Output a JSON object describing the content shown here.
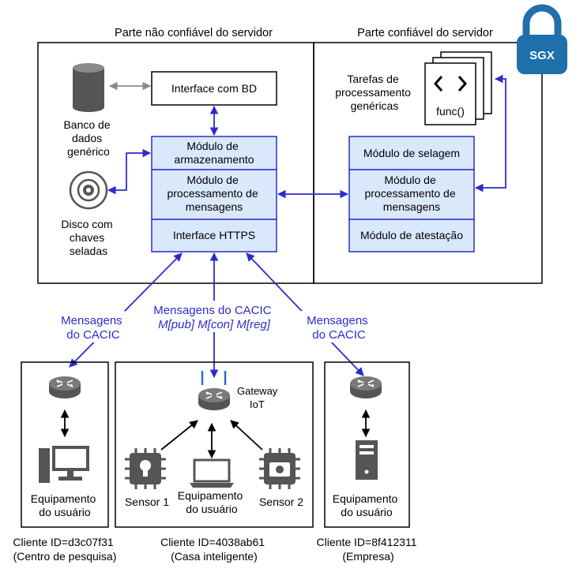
{
  "sections": {
    "untrusted_title": "Parte não confiável do servidor",
    "trusted_title": "Parte confiável do servidor",
    "sgx_label": "SGX"
  },
  "untrusted": {
    "db_label": [
      "Banco de",
      "dados",
      "genérico"
    ],
    "disk_label": [
      "Disco com",
      "chaves",
      "seladas"
    ],
    "db_interface": "Interface com BD",
    "storage_module": [
      "Módulo de",
      "armazenamento"
    ],
    "processing_module": [
      "Módulo de",
      "processamento de",
      "mensagens"
    ],
    "https_interface": "Interface HTTPS"
  },
  "trusted": {
    "tasks_label": [
      "Tarefas de",
      "processamento",
      "genéricas"
    ],
    "func_label": "func()",
    "func_symbol": "< >",
    "sealing_module": "Módulo de selagem",
    "processing_module": [
      "Módulo de",
      "processamento de",
      "mensagens"
    ],
    "attestation_module": "Módulo de atestação"
  },
  "messages": {
    "left": [
      "Mensagens",
      "do CACIC"
    ],
    "center": [
      "Mensagens do CACIC",
      "M[pub] M[con] M[reg]"
    ],
    "right": [
      "Mensagens",
      "do CACIC"
    ]
  },
  "clients": [
    {
      "device_label": [
        "Equipamento",
        "do usuário"
      ],
      "id_label": "Cliente ID=d3c07f31",
      "place_label": "(Centro de pesquisa)"
    },
    {
      "gateway_label": [
        "Gateway",
        "IoT"
      ],
      "sensor1_label": "Sensor 1",
      "device_label": [
        "Equipamento",
        "do usuário"
      ],
      "sensor2_label": "Sensor 2",
      "id_label": "Cliente ID=4038ab61",
      "place_label": "(Casa inteligente)"
    },
    {
      "device_label": [
        "Equipamento",
        "do usuário"
      ],
      "id_label": "Cliente ID=8f412311",
      "place_label": "(Empresa)"
    }
  ],
  "colors": {
    "module_fill": "#dae8fc",
    "module_stroke": "#2c2ccc",
    "arrow_blue": "#2c2ccc",
    "sgx_blue": "#1f6fab",
    "icon_gray": "#606060"
  }
}
